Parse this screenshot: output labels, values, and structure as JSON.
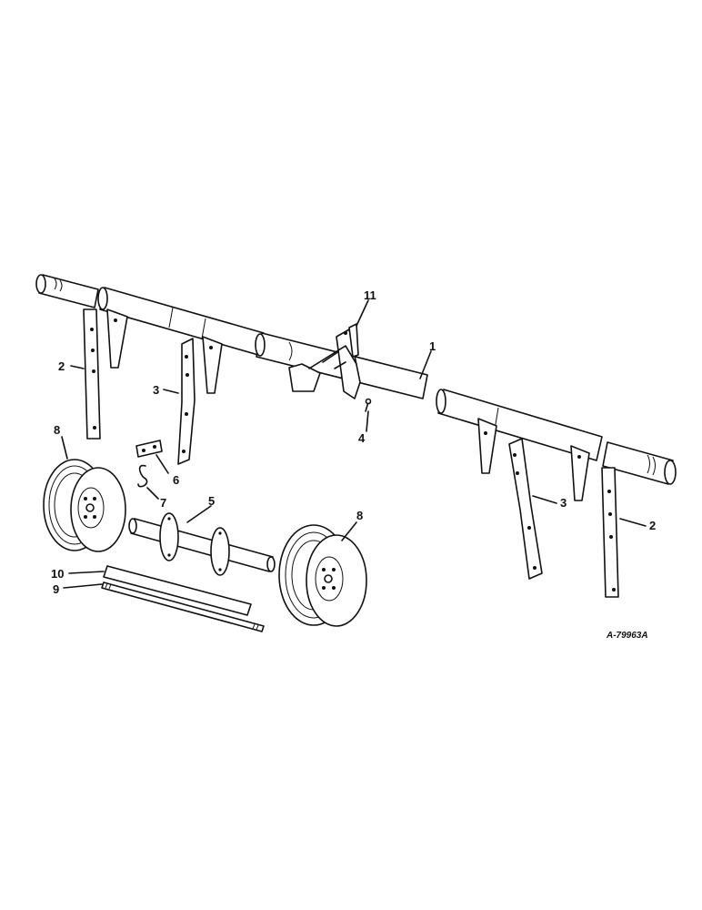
{
  "diagram": {
    "drawing_code": "A-79963A",
    "callouts": {
      "c1": "1",
      "c2_left": "2",
      "c2_right": "2",
      "c3_left": "3",
      "c3_right": "3",
      "c4": "4",
      "c5": "5",
      "c6": "6",
      "c7": "7",
      "c8_left": "8",
      "c8_right": "8",
      "c9": "9",
      "c10": "10",
      "c11": "11"
    }
  }
}
